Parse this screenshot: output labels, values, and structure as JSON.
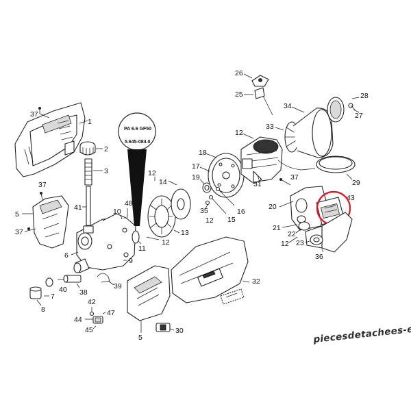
{
  "diagram": {
    "material_label_1": "PA 6.6 GF50",
    "material_label_2": "5.645-084.0",
    "watermark": "piecesdetachees-elec.com",
    "highlight_color": "#d8202a",
    "part_numbers": {
      "p1": "1",
      "p2": "2",
      "p3": "3",
      "p5a": "5",
      "p5b": "5",
      "p6": "6",
      "p7": "7",
      "p8": "8",
      "p9": "9",
      "p10": "10",
      "p11": "11",
      "p12a": "12",
      "p12b": "12",
      "p12c": "12",
      "p12d": "12",
      "p12e": "12",
      "p13": "13",
      "p14": "14",
      "p15": "15",
      "p16": "16",
      "p17": "17",
      "p18": "18",
      "p19": "19",
      "p20": "20",
      "p21": "21",
      "p22": "22",
      "p23": "23",
      "p25": "25",
      "p26": "26",
      "p27": "27",
      "p28": "28",
      "p29": "29",
      "p30": "30",
      "p31": "31",
      "p32": "32",
      "p33": "33",
      "p34": "34",
      "p35": "35",
      "p36": "36",
      "p37a": "37",
      "p37b": "37",
      "p37c": "37",
      "p37d": "37",
      "p38": "38",
      "p39": "39",
      "p40": "40",
      "p41": "41",
      "p42": "42",
      "p43": "43",
      "p44": "44",
      "p45": "45",
      "p47": "47",
      "p48": "48"
    }
  }
}
